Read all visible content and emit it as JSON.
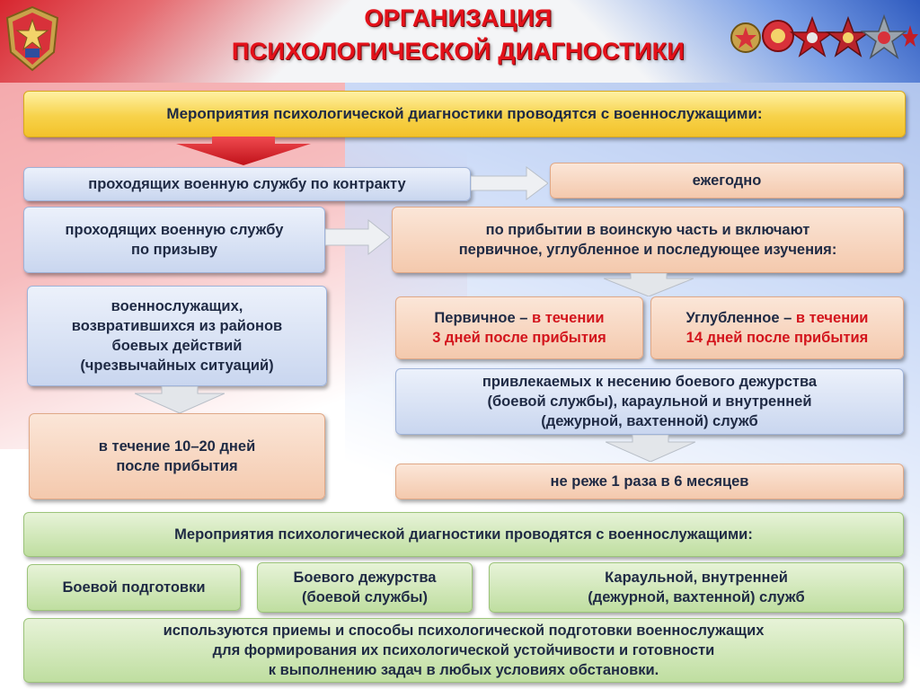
{
  "title": {
    "line1": "ОРГАНИЗАЦИЯ",
    "line2": "ПСИХОЛОГИЧЕСКОЙ ДИАГНОСТИКИ"
  },
  "top_header": "Мероприятия психологической диагностики проводятся с военнослужащими:",
  "left": {
    "contract": "проходящих военную службу по контракту",
    "conscription_l1": "проходящих военную службу",
    "conscription_l2": "по призыву",
    "returned_l1": "военнослужащих,",
    "returned_l2": "возвратившихся из районов",
    "returned_l3": "боевых действий",
    "returned_l4": "(чрезвычайных ситуаций)",
    "returned_term_l1": "в течение 10–20 дней",
    "returned_term_l2": "после прибытия"
  },
  "right": {
    "annually": "ежегодно",
    "arrival_l1": "по прибытии в воинскую часть и включают",
    "arrival_l2": "первичное, углубленное и последующее изучения:",
    "primary_label": "Первичное –",
    "primary_term_a": "в течении",
    "primary_term_b": "3 дней после прибытия",
    "deep_label": "Углубленное –",
    "deep_term_a": "в течении",
    "deep_term_b": "14 дней после прибытия",
    "duty_l1": "привлекаемых к несению боевого дежурства",
    "duty_l2": "(боевой службы), караульной и внутренней",
    "duty_l3": "(дежурной, вахтенной) служб",
    "duty_term": "не реже 1 раза в 6 месяцев"
  },
  "bottom_header": "Мероприятия психологической диагностики проводятся с военнослужащими:",
  "bottom": {
    "combat_training": "Боевой подготовки",
    "combat_duty_l1": "Боевого дежурства",
    "combat_duty_l2": "(боевой службы)",
    "guard_l1": "Караульной, внутренней",
    "guard_l2": "(дежурной, вахтенной) служб",
    "conclusion_l1": "используются приемы и способы психологической подготовки военнослужащих",
    "conclusion_l2": "для формирования их психологической устойчивости и готовности",
    "conclusion_l3": "к выполнению задач в любых условиях обстановки."
  },
  "icons": [
    "emblem-icon",
    "medals-icon",
    "arrow-down-red-icon",
    "arrow-right-icon",
    "arrow-down-icon"
  ],
  "colors": {
    "title": "#e4111a",
    "accent_red": "#d3141c",
    "yellow": "#f7d24a",
    "blue": "#c9d6ef",
    "peach": "#f4c9ad",
    "green": "#bfdea0"
  }
}
